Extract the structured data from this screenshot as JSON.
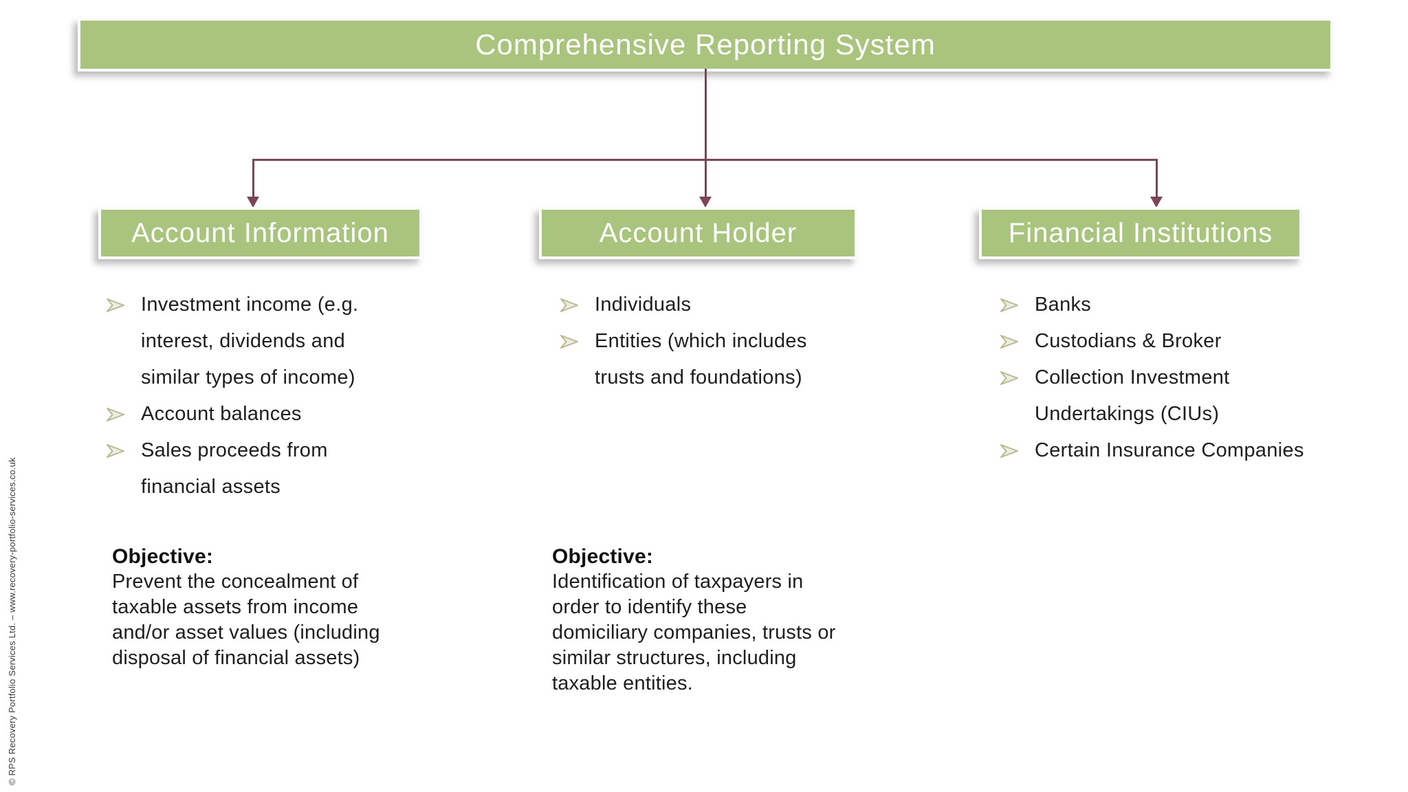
{
  "slide": {
    "title": "Comprehensive Reporting System",
    "footer": "© RPS Recovery Portfolio Services Ltd. – www.recovery-portfolio-services.co.uk"
  },
  "branches": [
    {
      "header": "Account Information",
      "bullets": [
        {
          "lines": [
            "Investment income (e.g.",
            "interest, dividends and",
            "similar types of income)"
          ]
        },
        {
          "lines": [
            "Account balances"
          ]
        },
        {
          "lines": [
            "Sales proceeds from",
            "financial assets"
          ]
        }
      ],
      "objective": {
        "label": "Objective:",
        "lines": [
          "Prevent the concealment of",
          "taxable assets from income",
          "and/or asset values (including",
          "disposal of financial assets)"
        ]
      }
    },
    {
      "header": "Account Holder",
      "bullets": [
        {
          "lines": [
            "Individuals"
          ]
        },
        {
          "lines": [
            "Entities (which includes",
            "trusts and foundations)"
          ]
        }
      ],
      "objective": {
        "label": "Objective:",
        "lines": [
          "Identification of taxpayers in",
          "order to identify these",
          "domiciliary companies, trusts or",
          "similar structures, including",
          "taxable entities."
        ]
      }
    },
    {
      "header": "Financial Institutions",
      "bullets": [
        {
          "lines": [
            "Banks"
          ]
        },
        {
          "lines": [
            "Custodians & Broker"
          ]
        },
        {
          "lines": [
            "Collection Investment",
            "Undertakings (CIUs)"
          ]
        },
        {
          "lines": [
            "Certain Insurance Companies"
          ]
        }
      ]
    }
  ],
  "colors": {
    "accent_green": "#a9c47d",
    "connector_maroon": "#7d4458",
    "bullet_olive_stroke": "#b9b98f",
    "bullet_olive_fill": "#ecece0",
    "text_dark": "#1e1e1e"
  }
}
